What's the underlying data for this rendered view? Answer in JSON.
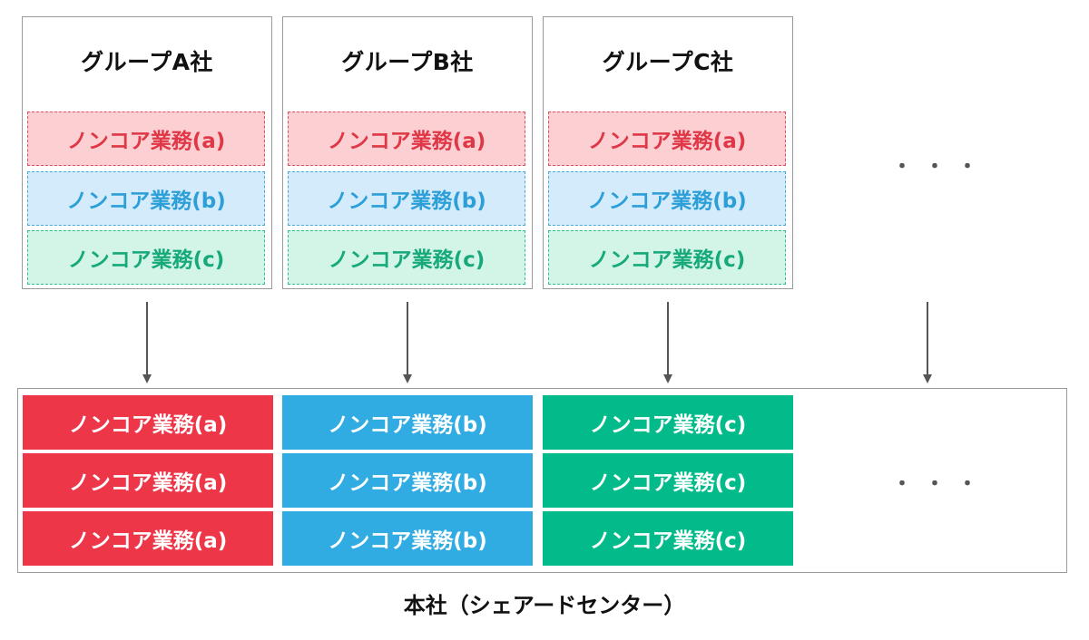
{
  "companies": [
    {
      "title": "グループA社",
      "tasks": [
        "ノンコア業務(a)",
        "ノンコア業務(b)",
        "ノンコア業務(c)"
      ]
    },
    {
      "title": "グループB社",
      "tasks": [
        "ノンコア業務(a)",
        "ノンコア業務(b)",
        "ノンコア業務(c)"
      ]
    },
    {
      "title": "グループC社",
      "tasks": [
        "ノンコア業務(a)",
        "ノンコア業務(b)",
        "ノンコア業務(c)"
      ]
    }
  ],
  "ellipsis": "・・・",
  "headquarters": {
    "label": "本社（シェアードセンター）",
    "columns": [
      {
        "cells": [
          "ノンコア業務(a)",
          "ノンコア業務(a)",
          "ノンコア業務(a)"
        ]
      },
      {
        "cells": [
          "ノンコア業務(b)",
          "ノンコア業務(b)",
          "ノンコア業務(b)"
        ]
      },
      {
        "cells": [
          "ノンコア業務(c)",
          "ノンコア業務(c)",
          "ノンコア業務(c)"
        ]
      }
    ]
  },
  "colors": {
    "task_a": "#ed3648",
    "task_b": "#31ace3",
    "task_c": "#03bb8a",
    "border": "#9a9a9a",
    "arrow": "#555555"
  }
}
